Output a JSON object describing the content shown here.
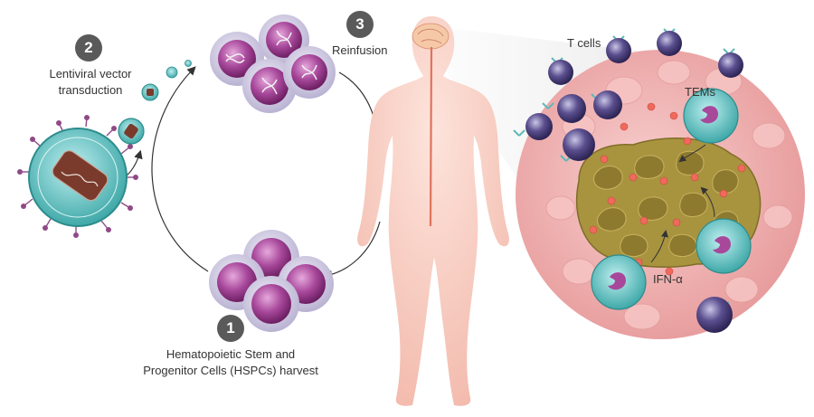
{
  "steps": [
    {
      "number": "1",
      "line1": "Hematopoietic Stem and",
      "line2": "Progenitor Cells (HSPCs) harvest"
    },
    {
      "number": "2",
      "line1": "Lentiviral vector",
      "line2": "transduction"
    },
    {
      "number": "3",
      "line1": "Reinfusion"
    }
  ],
  "tumor_labels": {
    "t_cells": "T cells",
    "tems": "TEMs",
    "ifn": "IFN-α"
  },
  "colors": {
    "badge": "#5a5a5a",
    "cell_purple": "#9b3b8f",
    "virus_teal": "#5fc2c2",
    "body_skin": "#f7cfc6",
    "tumor_olive": "#a8933f",
    "tissue_pink": "#f3b9b9"
  }
}
